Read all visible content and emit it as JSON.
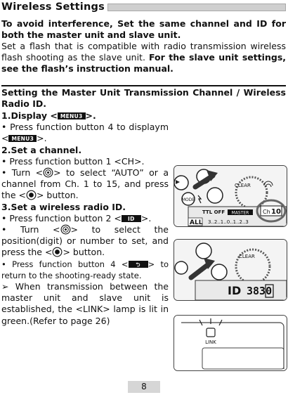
{
  "header": {
    "title": "Wireless Settings"
  },
  "intro": {
    "bold_text": "To avoid interference, Set the same channel and ID for both the master unit and slave unit.",
    "body_text": "Set a flash that is compatible with radio transmission wireless flash shooting as the slave unit. ",
    "body_bold": "For the slave unit settings, see the flash’s instruction manual."
  },
  "section": {
    "title": "Setting the Master Unit Transmission Channel / Wireless Radio ID."
  },
  "steps": {
    "s1_title_a": "1.Display <",
    "s1_title_b": ">.",
    "s1_a": "•  Press function button 4 to displaym <",
    "s1_b": ">.",
    "s2_title": "2.Set a channel.",
    "s2_a": "•   Press function button 1 <CH>.",
    "s2_b1": "•   Turn <",
    "s2_b2": "> to select “AUTO” or a channel from Ch. 1 to 15, and press the <",
    "s2_b3": "> button.",
    "s3_title": "3.Set a wireless radio ID.",
    "s3_a1": "•   Press function button 2 <",
    "s3_a2": ">.",
    "s3_b1": "•  Turn <",
    "s3_b2": "> to select the position(digit) or number to set, and press the <",
    "s3_b3": "> button.",
    "s3_c1": "•  Press function button 4 <",
    "s3_c2": "> to return to the shooting-ready state.",
    "s3_d": "➢  When transmission between the master unit and slave unit is established, the <LINK> lamp is lit in green.(Refer to page 26)"
  },
  "badges": {
    "menu3": "MENU3",
    "id": "ID"
  },
  "panels": {
    "p1": {
      "clear": "CLEAR",
      "mode": "MODE",
      "ttl_off": "TTL OFF",
      "master": "MASTER",
      "ch": "Ch",
      "ch_num": "10",
      "all": "ALL",
      "scale": "3..2..1..0..1..2..3"
    },
    "p2": {
      "clear": "CLEAR",
      "id_label": "ID",
      "id_value": "3830"
    },
    "p3": {
      "link": "LINK"
    }
  },
  "footer": {
    "page_number": "8"
  }
}
